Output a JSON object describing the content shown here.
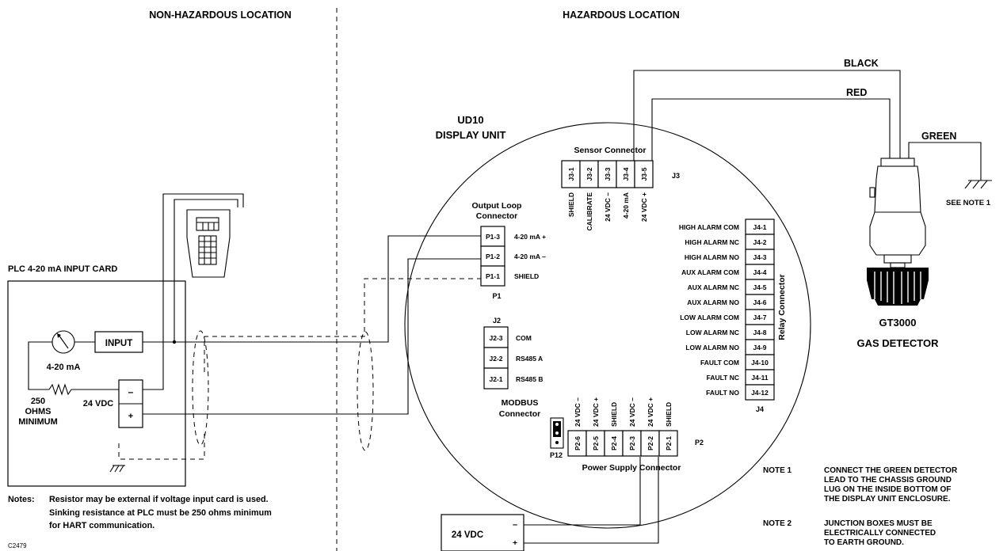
{
  "zones": {
    "non_hazardous": "NON-HAZARDOUS LOCATION",
    "hazardous": "HAZARDOUS LOCATION"
  },
  "plc": {
    "title": "PLC 4-20 mA INPUT CARD",
    "input_label": "INPUT",
    "meter_label": "4-20 mA",
    "resistor_label": [
      "250",
      "OHMS",
      "MINIMUM"
    ],
    "supply_label": "24 VDC",
    "minus": "–",
    "plus": "+"
  },
  "notes": {
    "header": "Notes:",
    "lines": [
      "Resistor may be external if voltage input card is used.",
      "Sinking resistance at PLC must be 250 ohms minimum",
      "for HART communication."
    ]
  },
  "figure_id": "C2479",
  "ud10": {
    "title": [
      "UD10",
      "DISPLAY UNIT"
    ],
    "sensor_connector": {
      "title": "Sensor Connector",
      "ref": "J3",
      "pins": [
        "J3-1",
        "J3-2",
        "J3-3",
        "J3-4",
        "J3-5"
      ],
      "functions": [
        "SHIELD",
        "CALIBRATE",
        "24 VDC –",
        "4-20 mA",
        "24 VDC +"
      ]
    },
    "output_loop": {
      "title": [
        "Output Loop",
        "Connector"
      ],
      "ref": "P1",
      "pins": [
        "P1-3",
        "P1-2",
        "P1-1"
      ],
      "functions": [
        "4-20 mA +",
        "4-20 mA –",
        "SHIELD"
      ]
    },
    "modbus": {
      "ref": "J2",
      "pins": [
        "J2-3",
        "J2-2",
        "J2-1"
      ],
      "functions": [
        "COM",
        "RS485 A",
        "RS485 B"
      ],
      "title": [
        "MODBUS",
        "Connector"
      ]
    },
    "jumper_ref": "P12",
    "power_supply": {
      "title": "Power Supply Connector",
      "ref": "P2",
      "pins": [
        "P2-6",
        "P2-5",
        "P2-4",
        "P2-3",
        "P2-2",
        "P2-1"
      ],
      "functions": [
        "24 VDC –",
        "24 VDC +",
        "SHIELD",
        "24 VDC –",
        "24 VDC +",
        "SHIELD"
      ]
    },
    "relay": {
      "title": "Relay Connector",
      "ref": "J4",
      "pins": [
        "J4-1",
        "J4-2",
        "J4-3",
        "J4-4",
        "J4-5",
        "J4-6",
        "J4-7",
        "J4-8",
        "J4-9",
        "J4-10",
        "J4-11",
        "J4-12"
      ],
      "functions": [
        "HIGH ALARM COM",
        "HIGH ALARM NC",
        "HIGH ALARM NO",
        "AUX ALARM COM",
        "AUX ALARM NC",
        "AUX ALARM NO",
        "LOW ALARM COM",
        "LOW ALARM NC",
        "LOW ALARM NO",
        "FAULT COM",
        "FAULT NC",
        "FAULT NO"
      ]
    }
  },
  "supply_box": {
    "label": "24 VDC",
    "minus": "–",
    "plus": "+"
  },
  "detector": {
    "title": [
      "GT3000",
      "GAS DETECTOR"
    ],
    "wires": [
      "BLACK",
      "RED",
      "GREEN"
    ],
    "ground_note": "SEE NOTE 1"
  },
  "side_notes": [
    {
      "label": "NOTE 1",
      "lines": [
        "CONNECT THE GREEN DETECTOR",
        "LEAD TO THE CHASSIS GROUND",
        "LUG ON THE INSIDE BOTTOM OF",
        "THE DISPLAY UNIT ENCLOSURE."
      ]
    },
    {
      "label": "NOTE 2",
      "lines": [
        "JUNCTION BOXES MUST BE",
        "ELECTRICALLY CONNECTED",
        "TO EARTH GROUND."
      ]
    }
  ]
}
